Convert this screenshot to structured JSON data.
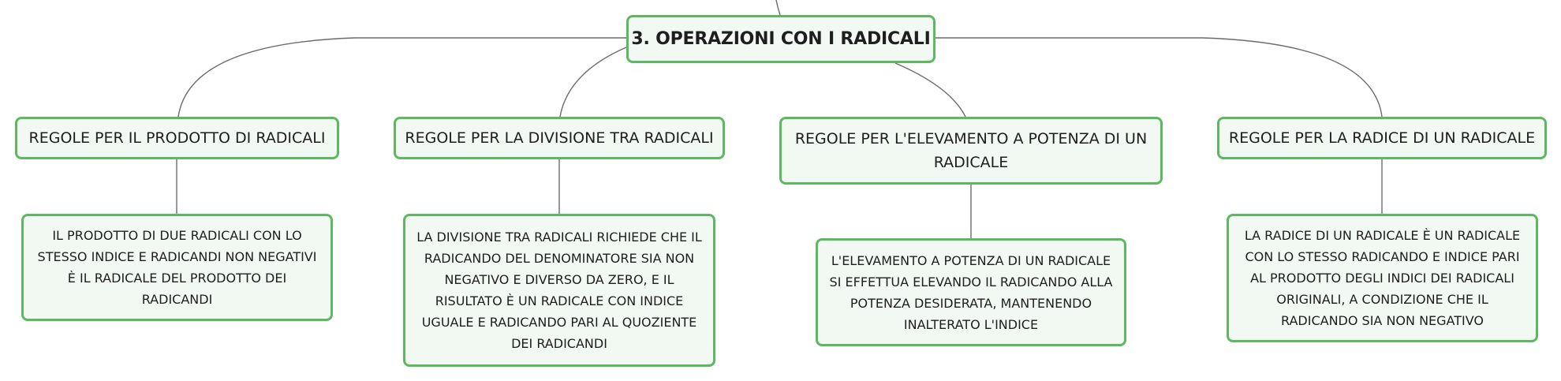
{
  "root": {
    "label": "3. OPERAZIONI CON I RADICALI"
  },
  "topics": [
    {
      "label": "REGOLE PER IL PRODOTTO DI RADICALI",
      "detail": "IL PRODOTTO DI DUE RADICALI CON LO STESSO INDICE E RADICANDI NON NEGATIVI È IL RADICALE DEL PRODOTTO DEI RADICANDI"
    },
    {
      "label": "REGOLE PER LA DIVISIONE TRA RADICALI",
      "detail": "LA DIVISIONE TRA RADICALI RICHIEDE CHE IL RADICANDO DEL DENOMINATORE SIA NON NEGATIVO E DIVERSO DA ZERO, E IL RISULTATO È UN RADICALE CON INDICE UGUALE E RADICANDO PARI AL QUOZIENTE DEI RADICANDI"
    },
    {
      "label": "REGOLE PER L'ELEVAMENTO A POTENZA DI UN RADICALE",
      "detail": "L'ELEVAMENTO A POTENZA DI UN RADICALE SI EFFETTUA ELEVANDO IL RADICANDO ALLA POTENZA DESIDERATA, MANTENENDO INALTERATO L'INDICE"
    },
    {
      "label": "REGOLE PER LA RADICE DI UN RADICALE",
      "detail": "LA RADICE DI UN RADICALE È UN RADICALE CON LO STESSO RADICANDO E INDICE PARI AL PRODOTTO DEGLI INDICI DEI RADICALI ORIGINALI, A CONDIZIONE CHE IL RADICANDO SIA NON NEGATIVO"
    }
  ]
}
